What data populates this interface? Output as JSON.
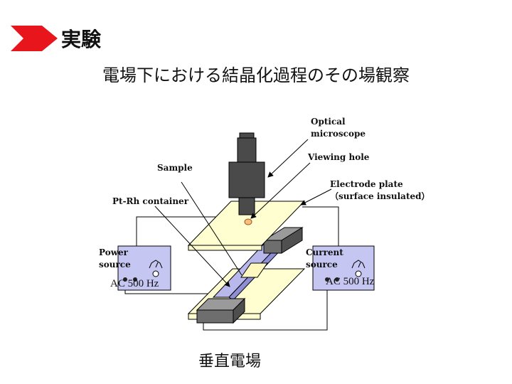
{
  "slide": {
    "heading": "実験",
    "subtitle": "電場下における結晶化過程のその場観察",
    "caption": "垂直電場"
  },
  "diagram": {
    "labels": {
      "optical_microscope": [
        "Optical",
        "microscope"
      ],
      "viewing_hole": "Viewing hole",
      "sample": "Sample",
      "electrode_plate": [
        "Electrode plate",
        "（surface insulated）"
      ],
      "pt_rh_container": "Pt-Rh container",
      "power_source": [
        "Power",
        "source"
      ],
      "current_source": [
        "Current",
        "source"
      ],
      "ac_left": "AC 500 Hz",
      "ac_right": "AC 500 Hz"
    }
  },
  "colors": {
    "arrow_red": "#e8161c",
    "plate_fill": "#fefed0",
    "meter_fill": "#c6c6f2",
    "microscope_dark": "#4a4a4a",
    "electrode_block": "#6e6e6e",
    "container_fill": "#b8b8ec",
    "sample_dot": "#f4c07a"
  }
}
